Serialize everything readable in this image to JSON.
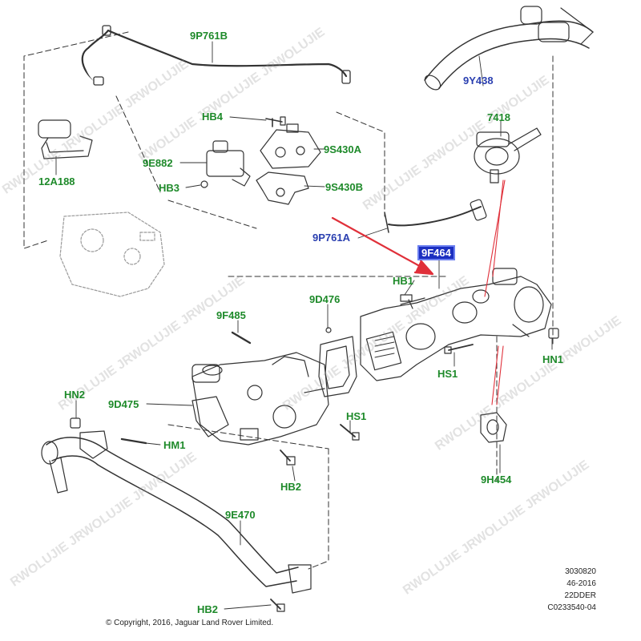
{
  "labels": [
    {
      "id": "9p761b",
      "text": "9P761B",
      "color": "green"
    },
    {
      "id": "9y438",
      "text": "9Y438",
      "color": "blue"
    },
    {
      "id": "hb4",
      "text": "HB4",
      "color": "green"
    },
    {
      "id": "7418",
      "text": "7418",
      "color": "green"
    },
    {
      "id": "9e882",
      "text": "9E882",
      "color": "green"
    },
    {
      "id": "9s430a",
      "text": "9S430A",
      "color": "green"
    },
    {
      "id": "12a188",
      "text": "12A188",
      "color": "green"
    },
    {
      "id": "hb3",
      "text": "HB3",
      "color": "green"
    },
    {
      "id": "9s430b",
      "text": "9S430B",
      "color": "green"
    },
    {
      "id": "9p761a",
      "text": "9P761A",
      "color": "blue"
    },
    {
      "id": "9f464",
      "text": "9F464",
      "color": "boxed"
    },
    {
      "id": "hb1",
      "text": "HB1",
      "color": "green"
    },
    {
      "id": "9d476",
      "text": "9D476",
      "color": "green"
    },
    {
      "id": "9f485",
      "text": "9F485",
      "color": "green"
    },
    {
      "id": "hn1",
      "text": "HN1",
      "color": "green"
    },
    {
      "id": "hs1a",
      "text": "HS1",
      "color": "green"
    },
    {
      "id": "hn2",
      "text": "HN2",
      "color": "green"
    },
    {
      "id": "9d475",
      "text": "9D475",
      "color": "green"
    },
    {
      "id": "hs1b",
      "text": "HS1",
      "color": "green"
    },
    {
      "id": "hm1",
      "text": "HM1",
      "color": "green"
    },
    {
      "id": "hb2a",
      "text": "HB2",
      "color": "green"
    },
    {
      "id": "9h454",
      "text": "9H454",
      "color": "green"
    },
    {
      "id": "9e470",
      "text": "9E470",
      "color": "green"
    },
    {
      "id": "hb2b",
      "text": "HB2",
      "color": "green"
    }
  ],
  "copyright": "© Copyright, 2016, Jaguar Land Rover Limited.",
  "reference": [
    "3030820",
    "46-2016",
    "22DDER",
    "C0233540-04"
  ],
  "watermark": "RWOLUJIE JRWOLUJIE JRWOLUJIE",
  "colors": {
    "green": "#1e8a2a",
    "blue": "#2a3fb0",
    "box": "#1c2fc0",
    "red_arrow": "#e0303a",
    "line": "#333333"
  }
}
